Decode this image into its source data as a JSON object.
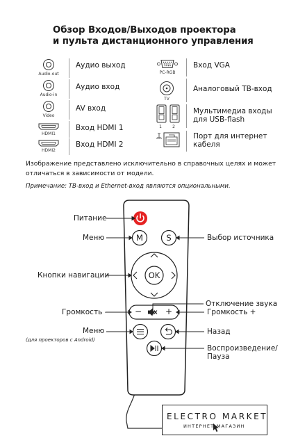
{
  "title": {
    "line1": "Обзор Входов/Выходов проектора",
    "line2": "и пульта дистанционного управления"
  },
  "ports_left": [
    {
      "caption": "Audio-out",
      "label": "Аудио выход",
      "icon": "audio-jack-icon"
    },
    {
      "caption": "Audio-in",
      "label": "Аудио вход",
      "icon": "audio-jack-icon"
    },
    {
      "caption": "Video",
      "label": "AV вход",
      "icon": "audio-jack-icon"
    },
    {
      "caption": "HDMI1",
      "label": "Вход HDMI 1",
      "icon": "hdmi-port-icon"
    },
    {
      "caption": "HDMI2",
      "label": "Вход HDMI 2",
      "icon": "hdmi-port-icon"
    }
  ],
  "ports_right": [
    {
      "caption": "PC-RGB",
      "label": "Вход VGA",
      "icon": "vga-port-icon"
    },
    {
      "caption": "TV",
      "label": "Аналоговый ТВ-вход",
      "icon": "tv-coax-icon"
    },
    {
      "caption1": "1",
      "caption2": "2",
      "label_line1": "Мультимедиа входы",
      "label_line2": "для USB-flash",
      "icon": "usb-ports-icon"
    },
    {
      "label_line1": "Порт для интернет",
      "label_line2": "кабеля",
      "icon": "ethernet-port-icon"
    }
  ],
  "notes": {
    "line1": "Изображение представлено исключительно в справочных целях и может",
    "line2": "отличаться в зависимости от модели.",
    "italic": "Примечание: ТВ-вход и Ethernet-вход являются опциональными."
  },
  "remote": {
    "buttons": {
      "m": "M",
      "s": "S",
      "ok": "OK",
      "minus": "−",
      "plus": "+"
    },
    "labels": {
      "power": "Питание",
      "menu": "Меню",
      "source": "Выбор источника",
      "nav": "Кнопки навигации",
      "mute": "Отключение звука",
      "vol_down": "Громкость -",
      "vol_up": "Громкость +",
      "menu2": "Меню",
      "menu2_sub": "(для проекторов с Android)",
      "back": "Назад",
      "play_line1": "Воспроизведение/",
      "play_line2": "Пауза"
    }
  },
  "logo": {
    "main": "ELECTRO MARKET",
    "sub": "ИНТЕРНЕТ-МАГАЗИН"
  },
  "colors": {
    "power_button": "#e52222",
    "remote_body": "#ffffff",
    "text": "#1a1a1a"
  }
}
